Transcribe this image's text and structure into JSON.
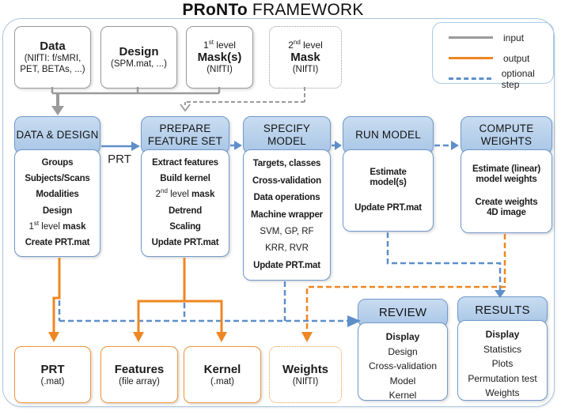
{
  "title": {
    "brand": "PRoNTo",
    "rest": " FRAMEWORK"
  },
  "legend": {
    "input": "input",
    "output": "output",
    "optional": "optional step"
  },
  "colors": {
    "input_gray": "#9a9a9a",
    "output_orange": "#ee8722",
    "optional_blue": "#5e8fc9",
    "step_header_fill": "#b8cfe9",
    "step_border": "#7199cc"
  },
  "prt_arrow_label": "PRT",
  "inputs": {
    "data": {
      "name": "Data",
      "desc1": "(NIfTI: f/sMRI,",
      "desc2": "PET, BETAs, ...)"
    },
    "design": {
      "name": "Design",
      "desc1": "(SPM.mat, ...)"
    },
    "mask1": {
      "pre_num": "1",
      "pre_sup": "st",
      "pre_rest": " level",
      "name": "Mask(s)",
      "desc1": "(NIfTI)"
    },
    "mask2": {
      "pre_num": "2",
      "pre_sup": "nd",
      "pre_rest": " level",
      "name": "Mask",
      "desc1": "(NIfTI)"
    }
  },
  "steps": {
    "dd": {
      "header": "DATA & DESIGN",
      "items": [
        "Groups",
        "Subjects/Scans",
        "Modalities",
        "Design"
      ],
      "mask_num": "1",
      "mask_sup": "st",
      "mask_mid": " level ",
      "mask_bold": "mask",
      "last": "Create PRT.mat"
    },
    "prepare": {
      "header1": "PREPARE",
      "header2": "FEATURE SET",
      "item1": "Extract features",
      "item2": "Build kernel",
      "mask_num": "2",
      "mask_sup": "nd",
      "mask_mid": " level ",
      "mask_bold": "mask",
      "item4": "Detrend",
      "item5": "Scaling",
      "last": "Update PRT.mat"
    },
    "specify": {
      "header1": "SPECIFY",
      "header2": "MODEL",
      "items": [
        "Targets, classes",
        "Cross-validation",
        "Data operations",
        "Machine wrapper"
      ],
      "sub1": "SVM, GP, RF",
      "sub2": "KRR, RVR",
      "last": "Update PRT.mat"
    },
    "run": {
      "header": "RUN MODEL",
      "item1": "Estimate",
      "item2": "model(s)",
      "last": "Update PRT.mat"
    },
    "weights": {
      "header1": "COMPUTE",
      "header2": "WEIGHTS",
      "item1": "Estimate (linear)",
      "item2": "model weights",
      "item3": "Create weights",
      "item4": "4D image"
    }
  },
  "review": {
    "header": "REVIEW",
    "bold_item": "Display",
    "items": [
      "Design",
      "Cross-validation",
      "Model",
      "Kernel"
    ]
  },
  "results": {
    "header": "RESULTS",
    "bold_item": "Display",
    "items": [
      "Statistics",
      "Plots",
      "Permutation test",
      "Weights"
    ]
  },
  "outputs": {
    "prt": {
      "name": "PRT",
      "desc": "(.mat)"
    },
    "features": {
      "name": "Features",
      "desc": "(file array)"
    },
    "kernel": {
      "name": "Kernel",
      "desc": "(.mat)"
    },
    "weights": {
      "name": "Weights",
      "desc": "(NIfTI)"
    }
  }
}
